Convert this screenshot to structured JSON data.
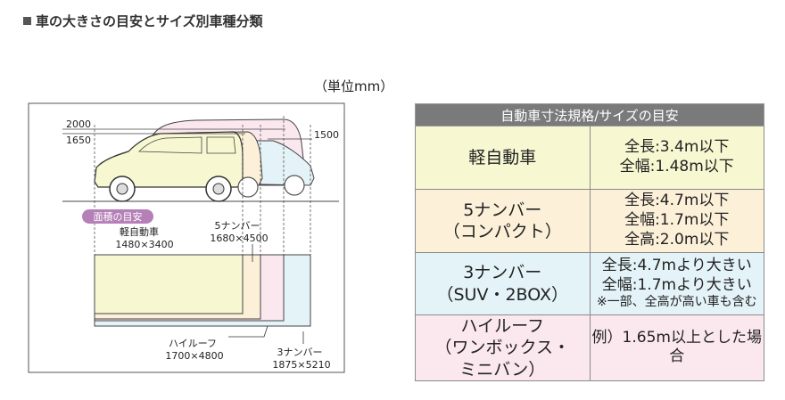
{
  "heading": "車の大きさの目安とサイズ別車種分類",
  "unit_label": "（単位mm）",
  "diagram": {
    "height_labels": [
      "2000",
      "1650",
      "1500"
    ],
    "area_badge": "面積の目安",
    "footprints": [
      {
        "name": "軽自動車",
        "dims": "1480×3400"
      },
      {
        "name": "5ナンバー",
        "dims": "1680×4500"
      },
      {
        "name": "ハイルーフ",
        "dims": "1700×4800"
      },
      {
        "name": "3ナンバー",
        "dims": "1875×5210"
      }
    ]
  },
  "table": {
    "header": "自動車寸法規格/サイズの目安",
    "rows": [
      {
        "category": [
          "軽自動車"
        ],
        "values": [
          "全長:3.4m以下",
          "全幅:1.48m以下"
        ],
        "note": ""
      },
      {
        "category": [
          "5ナンバー",
          "（コンパクト）"
        ],
        "values": [
          "全長:4.7m以下",
          "全幅:1.7m以下",
          "全高:2.0m以下"
        ],
        "note": ""
      },
      {
        "category": [
          "3ナンバー",
          "（SUV・2BOX）"
        ],
        "values": [
          "全長:4.7mより大きい",
          "全幅:1.7mより大きい"
        ],
        "note": "※一部、全高が高い車も含む"
      },
      {
        "category": [
          "ハイルーフ",
          "（ワンボックス・",
          "ミニバン）"
        ],
        "values": [
          "例）1.65m以上とした場合"
        ],
        "note": ""
      }
    ]
  },
  "colors": {
    "kei": "#f7f7d2",
    "five": "#fcf0d9",
    "suv": "#e4f3f8",
    "highroof": "#fbe8ee",
    "header": "#7a7a7a",
    "badge": "#b57fb8"
  }
}
